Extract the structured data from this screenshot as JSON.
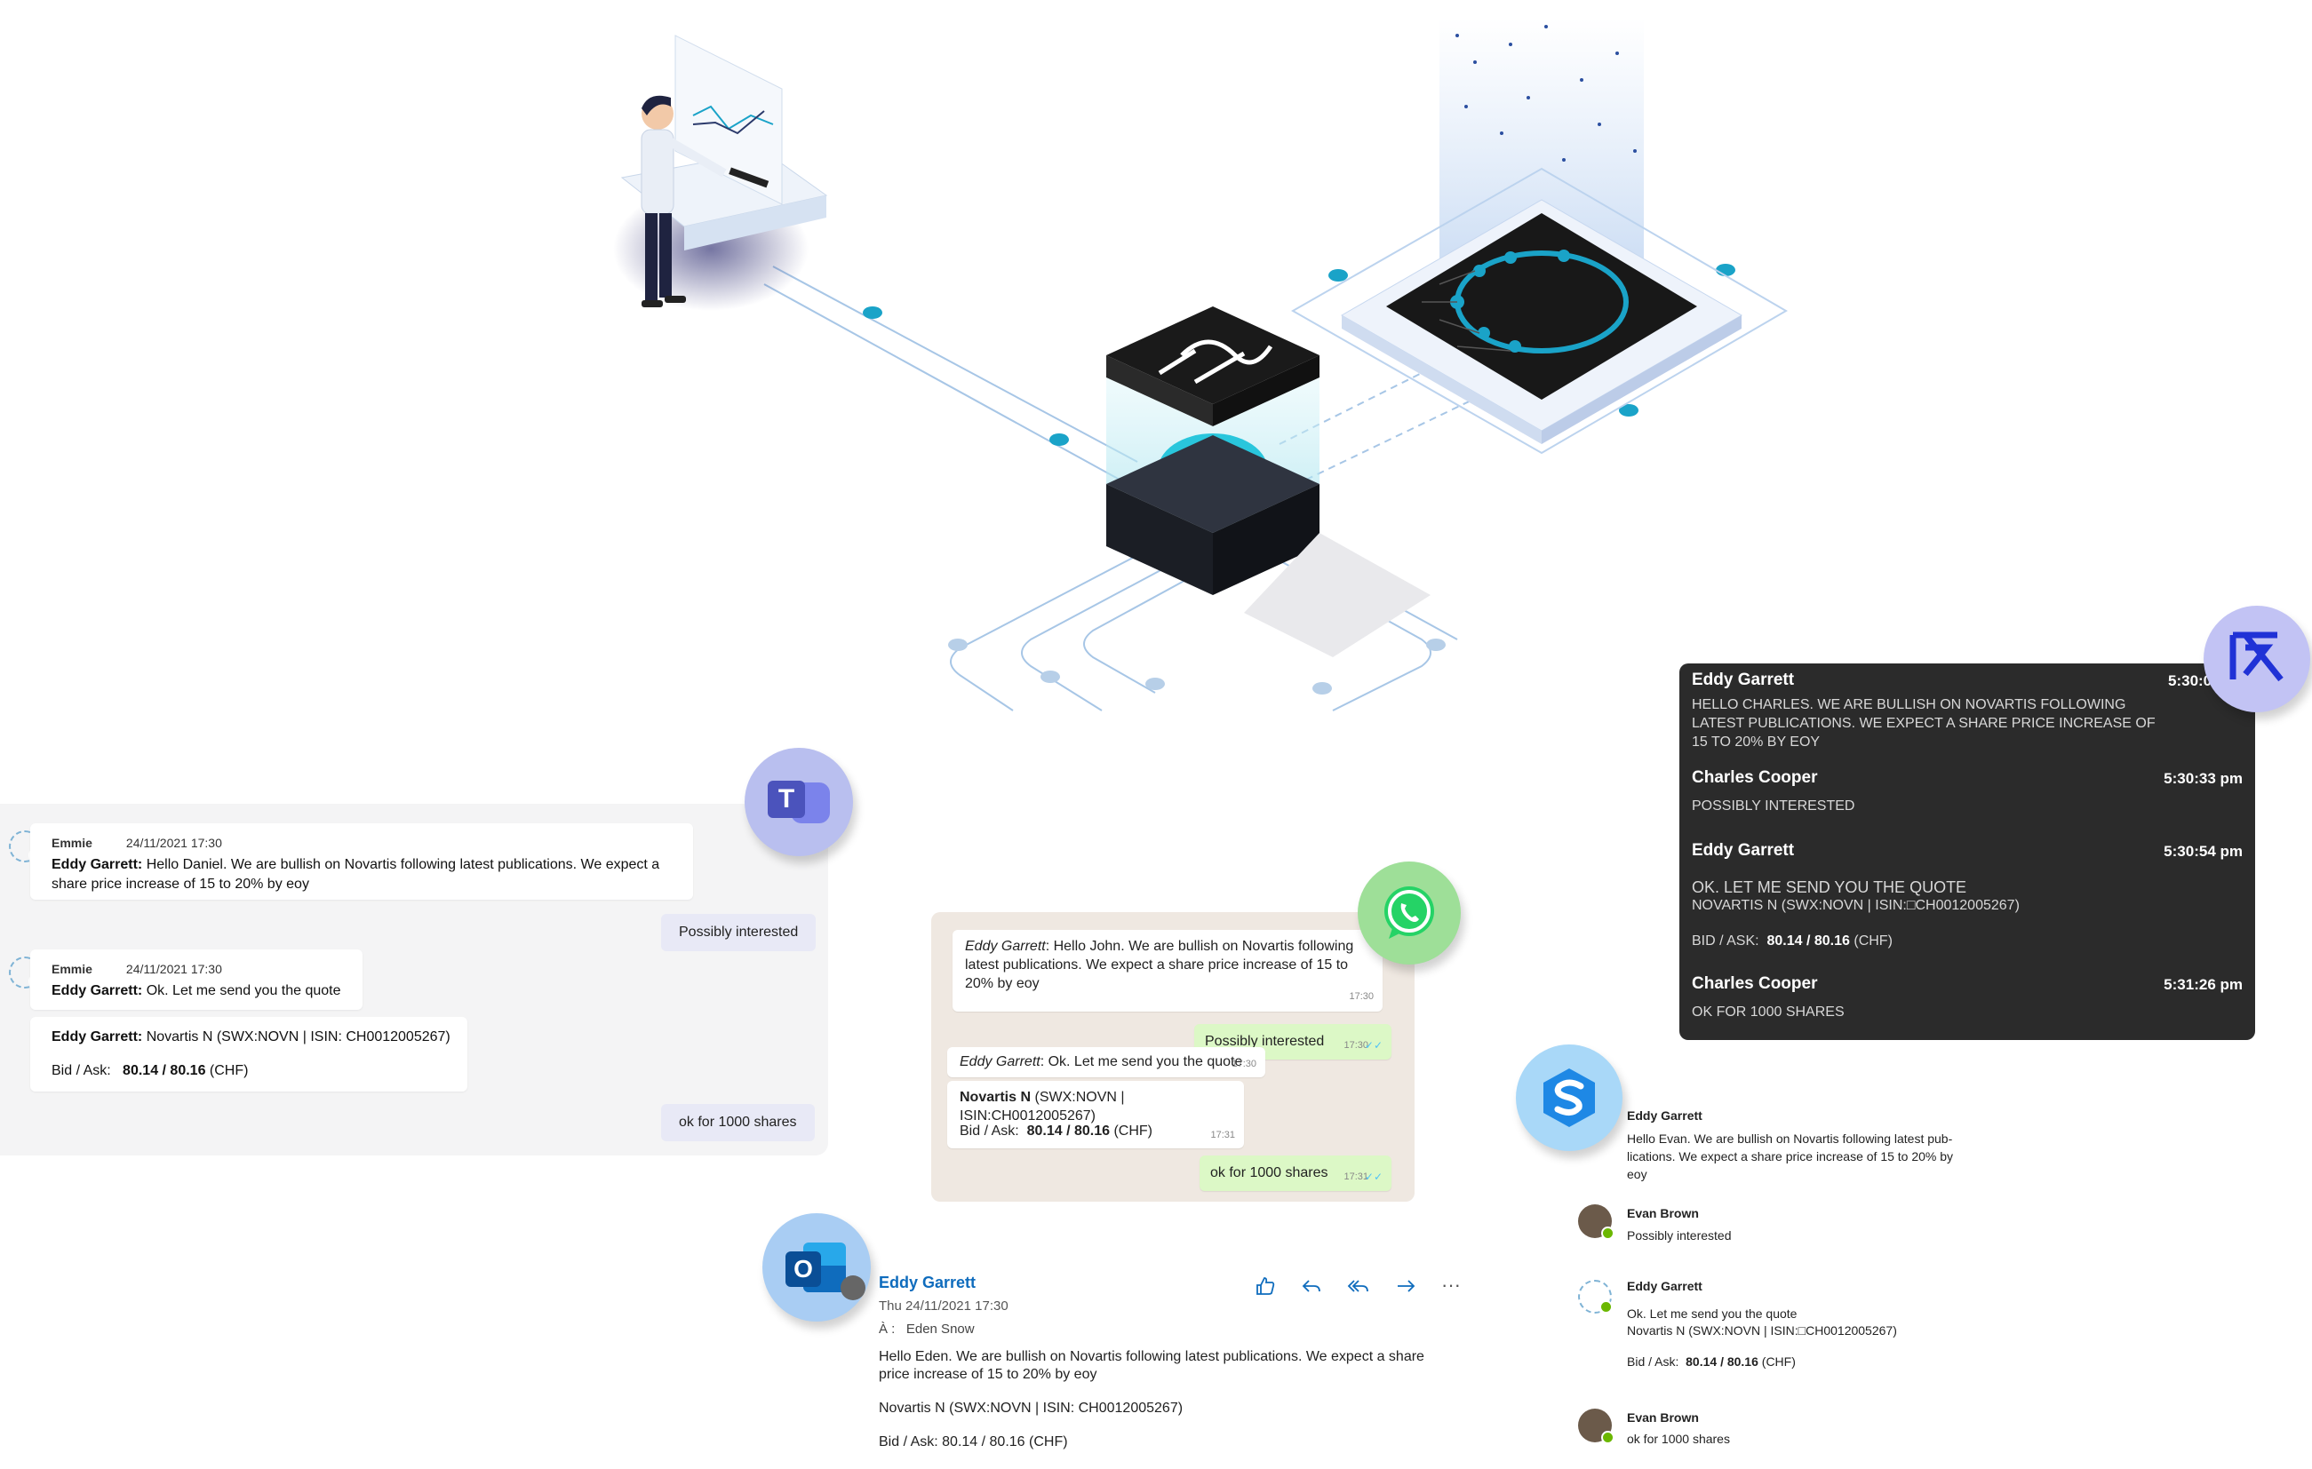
{
  "teams": {
    "msg1": {
      "sender": "Emmie",
      "time": "24/11/2021 17:30",
      "author": "Eddy Garrett:",
      "text": "Hello Daniel. We are bullish on Novartis following latest publications. We expect a share price increase of 15 to 20% by eoy"
    },
    "reply1": "Possibly interested",
    "msg2": {
      "sender": "Emmie",
      "time": "24/11/2021 17:30",
      "author": "Eddy Garrett:",
      "text": "Ok. Let me send you the quote"
    },
    "quote": {
      "author": "Eddy Garrett:",
      "security": "Novartis N (SWX:NOVN | ISIN: CH0012005267)",
      "bid_ask_label": "Bid / Ask:",
      "bid_ask": "80.14 / 80.16",
      "currency": "(CHF)"
    },
    "reply2": "ok for 1000 shares"
  },
  "whatsapp": {
    "msg1": {
      "author": "Eddy Garrett",
      "text": ": Hello John. We are bullish on Novartis following latest publications. We expect a share price increase of 15 to 20% by eoy",
      "time": "17:30"
    },
    "reply1": {
      "text": "Possibly interested",
      "time": "17:30"
    },
    "msg2": {
      "author": "Eddy Garrett",
      "text": ": Ok. Let me send you the quote",
      "time": "17:30"
    },
    "quote": {
      "security_name": "Novartis N",
      "security_rest": "(SWX:NOVN | ISIN:CH0012005267)",
      "bid_ask_label": "Bid / Ask:",
      "bid_ask": "80.14 / 80.16",
      "currency": "(CHF)",
      "time": "17:31"
    },
    "reply2": {
      "text": "ok for 1000 shares",
      "time": "17:31"
    }
  },
  "symphony": {
    "messages": [
      {
        "name": "Eddy Garrett",
        "time": "5:30:0",
        "text": "Hello Charles. We are bullish on Novartis following latest publications. We expect a share price increase of 15 to 20% by eoy"
      },
      {
        "name": "Charles Cooper",
        "time": "5:30:33 pm",
        "text": "Possibly interested"
      },
      {
        "name": "Eddy Garrett",
        "time": "5:30:54 pm",
        "line1": "Ok. Let me send you the quote",
        "line2": "Novartis N (SWX:NOVN | ISIN:□CH0012005267)",
        "bid_ask_label": "Bid / Ask:",
        "bid_ask": "80.14 / 80.16",
        "currency": "(CHF)"
      },
      {
        "name": "Charles Cooper",
        "time": "5:31:26 pm",
        "text": "Ok for 1000 shares"
      }
    ]
  },
  "outlook": {
    "sender": "Eddy Garrett",
    "date": "Thu 24/11/2021 17:30",
    "to_label": "À :",
    "to": "Eden Snow",
    "body": "Hello Eden. We are bullish on Novartis following latest publications. We expect a share price increase of 15 to 20% by eoy",
    "security": "Novartis N (SWX:NOVN | ISIN: CH0012005267)",
    "bid_ask": "Bid / Ask:  80.14 / 80.16 (CHF)",
    "actions": [
      "like-icon",
      "reply-icon",
      "reply-all-icon",
      "forward-icon",
      "more-icon"
    ],
    "more_glyph": "···"
  },
  "skype": {
    "messages": [
      {
        "name": "Eddy Garrett",
        "text": "Hello Evan. We are bullish on Novartis following latest pub-lications. We expect a share price increase of 15 to 20% by eoy"
      },
      {
        "name": "Evan Brown",
        "text": "Possibly interested"
      },
      {
        "name": "Eddy Garrett",
        "line1": "Ok. Let me send you the quote",
        "line2": "Novartis N (SWX:NOVN | ISIN:□CH0012005267)",
        "bid_ask_label": "Bid / Ask:",
        "bid_ask": "80.14 / 80.16",
        "currency": "(CHF)"
      },
      {
        "name": "Evan Brown",
        "text": "ok for 1000 shares"
      }
    ]
  },
  "icons": {
    "teams": "T",
    "symphony": "S",
    "outlook": "O"
  },
  "colors": {
    "accent": "#1aa3c8",
    "teams": "#5059c9",
    "whatsapp": "#25d366",
    "outlook": "#0f6cbd",
    "symphony_bg": "#2b2b2b"
  }
}
